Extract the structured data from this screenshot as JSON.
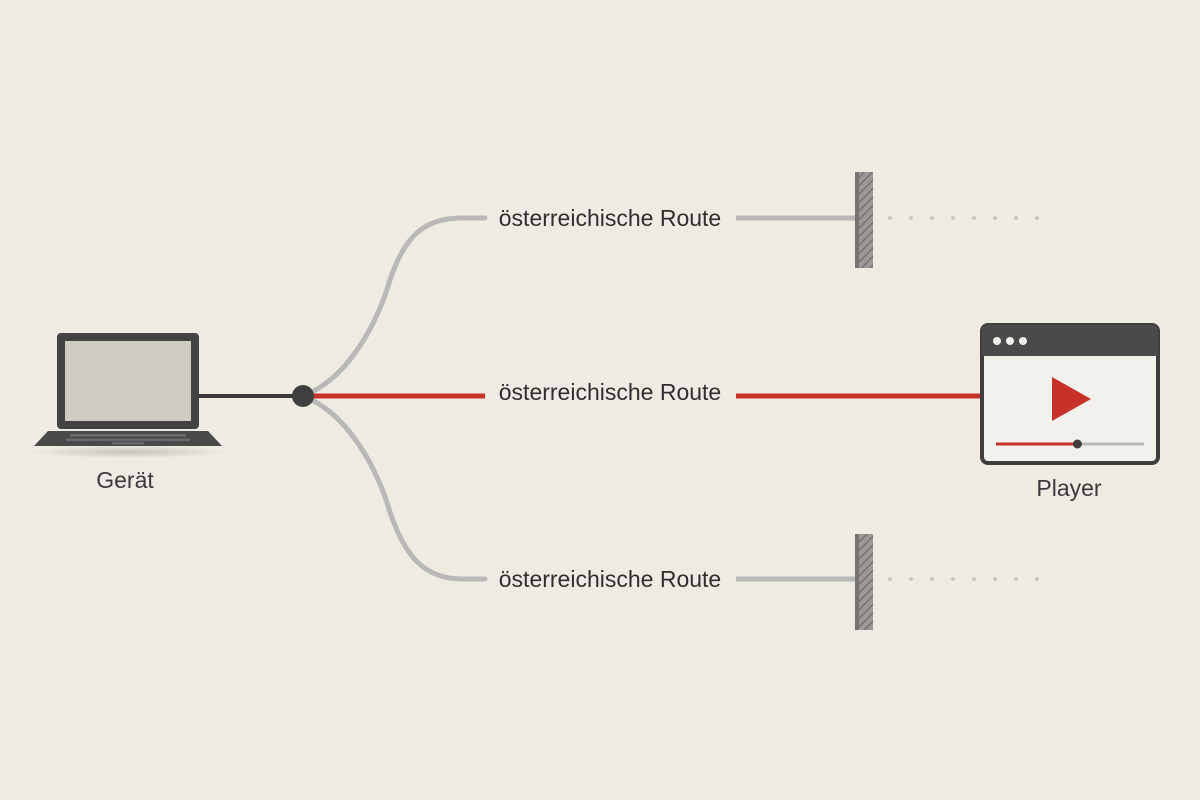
{
  "device": {
    "label": "Gerät",
    "icon": "laptop-icon"
  },
  "player": {
    "label": "Player",
    "icon": "video-player-icon",
    "progress": 0.55
  },
  "routes": [
    {
      "label": "österreichische Route",
      "status": "blocked"
    },
    {
      "label": "österreichische Route",
      "status": "active"
    },
    {
      "label": "österreichische Route",
      "status": "blocked"
    }
  ],
  "colors": {
    "background": "#efebe3",
    "active_route": "#c8302a",
    "blocked_route": "#b8b8b8",
    "device_link": "#3a3a3a",
    "junction": "#3f3f3f",
    "barrier": "#8a8886",
    "dots": "#c9c6c0",
    "play_triangle": "#c8302a"
  }
}
